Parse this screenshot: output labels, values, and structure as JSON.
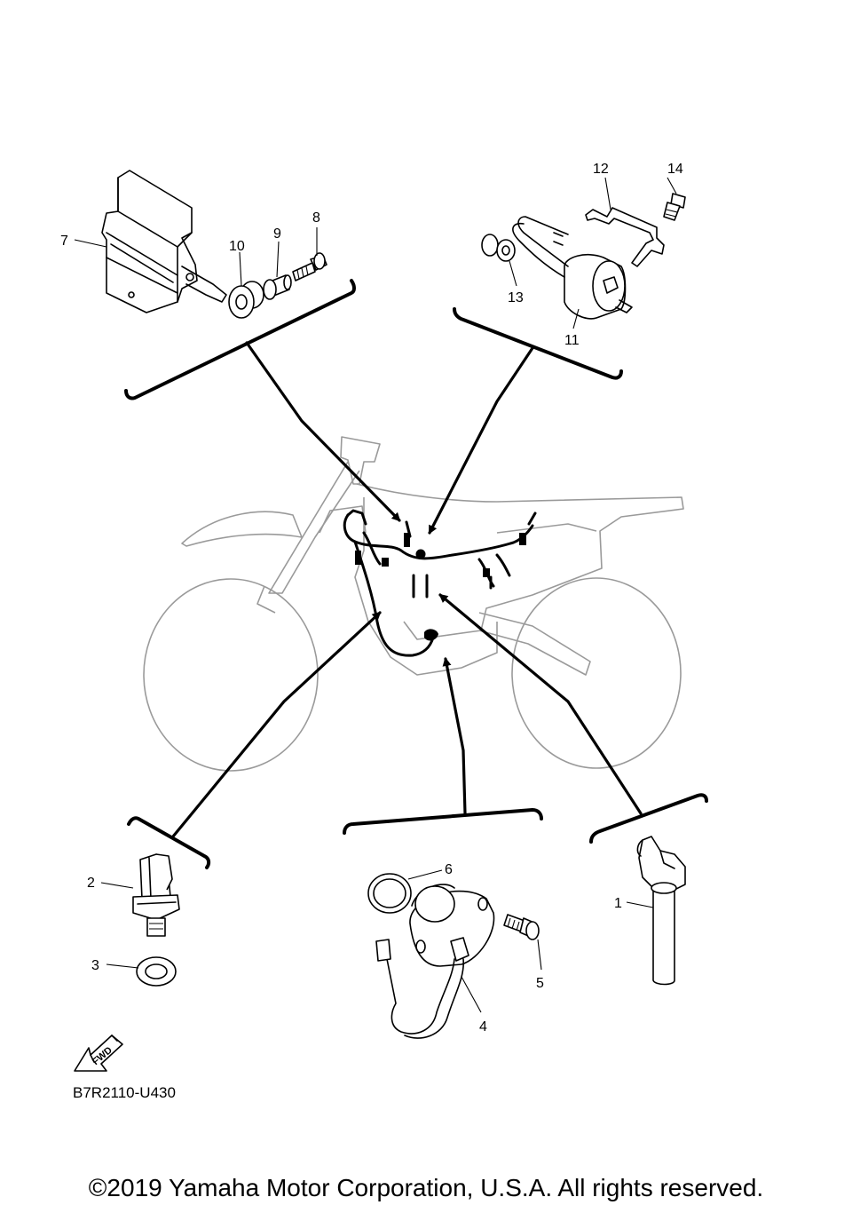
{
  "diagram": {
    "callouts": [
      {
        "id": "7",
        "label": "7"
      },
      {
        "id": "10",
        "label": "10"
      },
      {
        "id": "9",
        "label": "9"
      },
      {
        "id": "8",
        "label": "8"
      },
      {
        "id": "12",
        "label": "12"
      },
      {
        "id": "14",
        "label": "14"
      },
      {
        "id": "13",
        "label": "13"
      },
      {
        "id": "11",
        "label": "11"
      },
      {
        "id": "2",
        "label": "2"
      },
      {
        "id": "3",
        "label": "3"
      },
      {
        "id": "6",
        "label": "6"
      },
      {
        "id": "5",
        "label": "5"
      },
      {
        "id": "4",
        "label": "4"
      },
      {
        "id": "1",
        "label": "1"
      }
    ],
    "fwd_label": "FWD",
    "drawing_code": "B7R2110-U430"
  },
  "footer": {
    "copyright": "©2019 Yamaha Motor Corporation, U.S.A. All rights reserved."
  }
}
